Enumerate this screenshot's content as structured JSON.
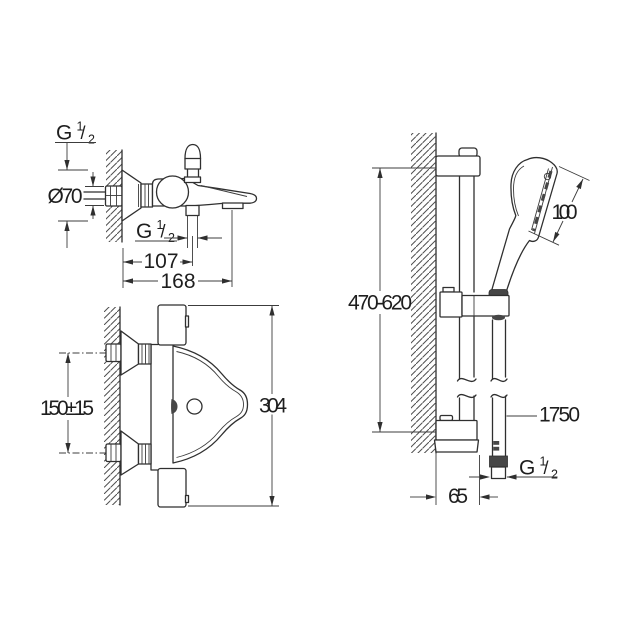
{
  "labels": {
    "thread": {
      "g": "G",
      "num": "1",
      "slash": "/",
      "den": "2"
    },
    "top_view": {
      "diameter": "Ø70",
      "wall_to_outlet": "107",
      "wall_to_spout": "168"
    },
    "front_view": {
      "inlet_spacing": "150±15",
      "total_height": "304"
    },
    "rail_view": {
      "rail_length": "470-620",
      "head_diameter": "100",
      "hose_length": "1750",
      "wall_offset": "65"
    }
  },
  "colors": {
    "background": "#ffffff",
    "line": "#2f2f2f",
    "dark_fill": "#464646",
    "text": "#1e1e1e"
  }
}
